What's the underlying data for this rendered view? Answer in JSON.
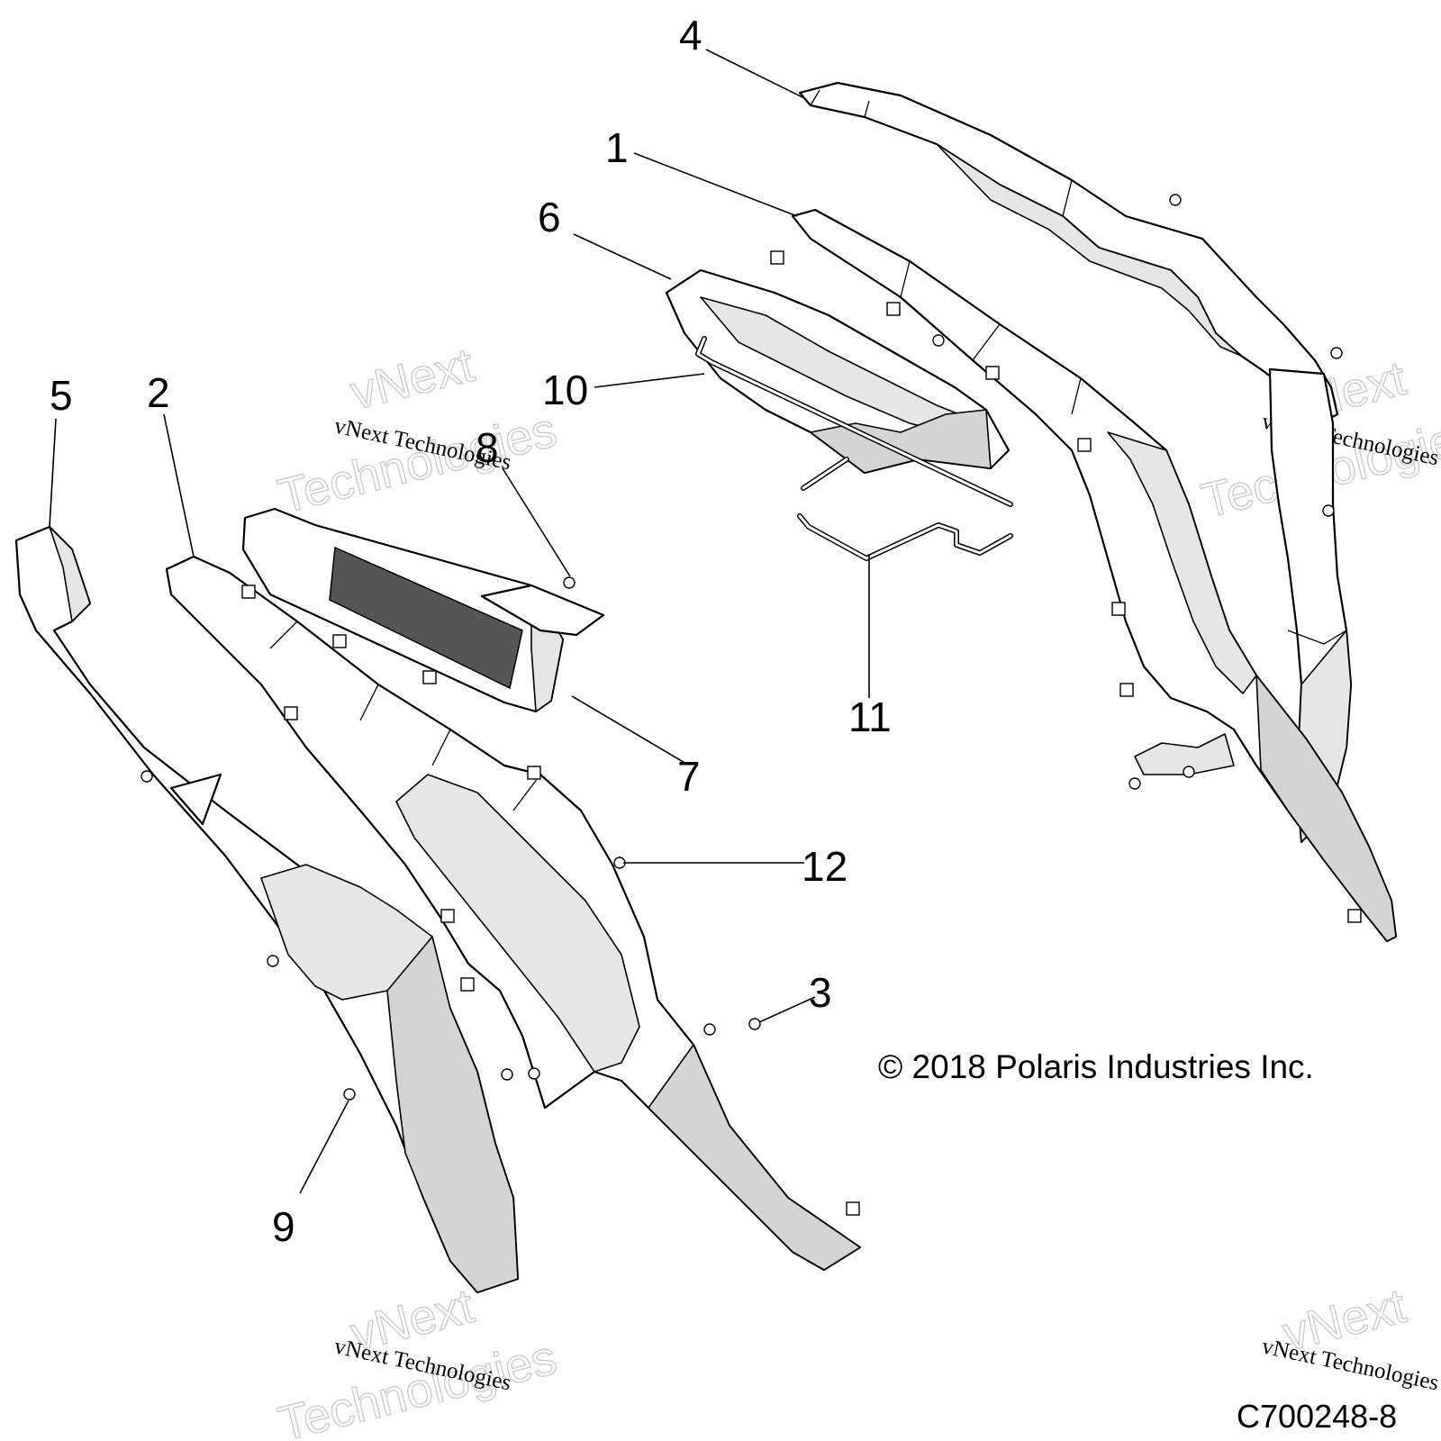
{
  "diagram": {
    "callouts": {
      "c1": "1",
      "c2": "2",
      "c3": "3",
      "c4": "4",
      "c5": "5",
      "c6": "6",
      "c7": "7",
      "c8": "8",
      "c9": "9",
      "c10": "10",
      "c11": "11",
      "c12": "12"
    },
    "copyright": "© 2018 Polaris Industries Inc.",
    "drawing_number": "C700248-8",
    "watermark": {
      "brand": "vNext",
      "word": "Technologies",
      "full": "vNext Technologies"
    },
    "colors": {
      "line": "#000000",
      "shade": "#e6e6e6",
      "watermark": "#c8c8c8"
    }
  }
}
